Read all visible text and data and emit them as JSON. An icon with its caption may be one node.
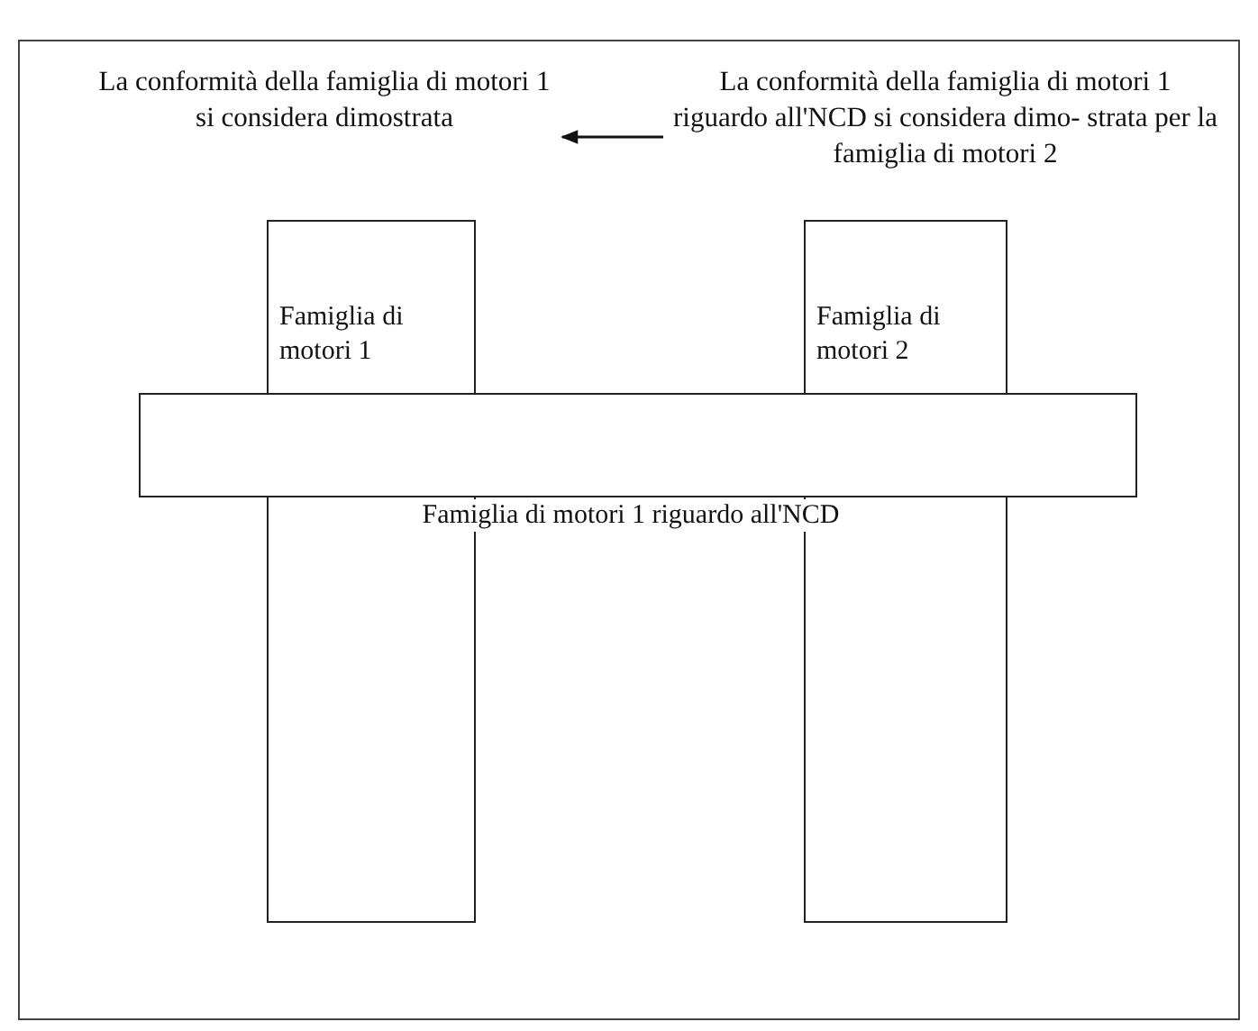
{
  "diagram": {
    "nodes": [
      {
        "text": [
          "La conformità della famiglia di motori 1 si considera dimostrata"
        ]
      },
      {
        "text": [
          "La conformità della famiglia di motori 1 riguardo all'NCD si considera dimo- strata per la famiglia di motori 2"
        ]
      },
      {
        "text": [
          "Famiglia di motori 1"
        ]
      },
      {
        "text": [
          "Famiglia di motori 2"
        ]
      },
      {
        "text": [
          "Famiglia di motori 1 riguardo all'NCD"
        ]
      }
    ],
    "edges": [
      {
        "from": 1,
        "to": 0,
        "arrow": "to"
      }
    ]
  }
}
